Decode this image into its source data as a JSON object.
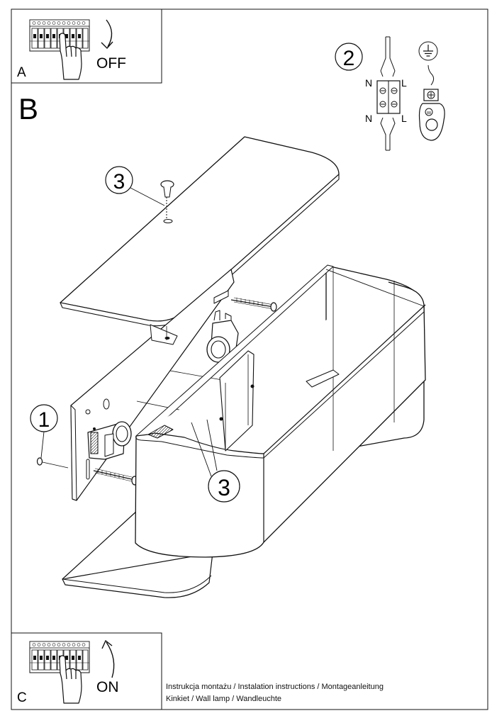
{
  "panels": {
    "a": {
      "letter": "A",
      "action": "OFF"
    },
    "b": {
      "letter": "B"
    },
    "c": {
      "letter": "C",
      "action": "ON"
    }
  },
  "callouts": {
    "one": "1",
    "two": "2",
    "three_top": "3",
    "three_bottom": "3"
  },
  "wiring": {
    "n_top": "N",
    "l_top": "L",
    "n_bottom": "N",
    "l_bottom": "L"
  },
  "footer": {
    "line1": "Instrukcja montażu / Instalation instructions / Montageanleitung",
    "line2": "Kinkiet  / Wall lamp / Wandleuchte"
  },
  "colors": {
    "line": "#111111",
    "fill": "#ffffff",
    "shade": "#d8d8d8"
  },
  "icons": [
    "breaker-panel-icon",
    "hand-pointer-icon",
    "arrow-down-icon",
    "arrow-up-icon",
    "ground-symbol-icon",
    "terminal-block-icon",
    "screw-icon",
    "bulb-socket-icon"
  ]
}
